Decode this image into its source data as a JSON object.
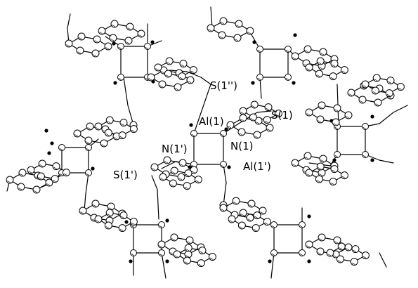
{
  "labels": {
    "s1pp": "S(1'')",
    "al1": "Al(1)",
    "s1": "S(1)",
    "n1p": "N(1')",
    "n1": "N(1)",
    "al1p": "Al(1')",
    "s1p": "S(1')"
  }
}
